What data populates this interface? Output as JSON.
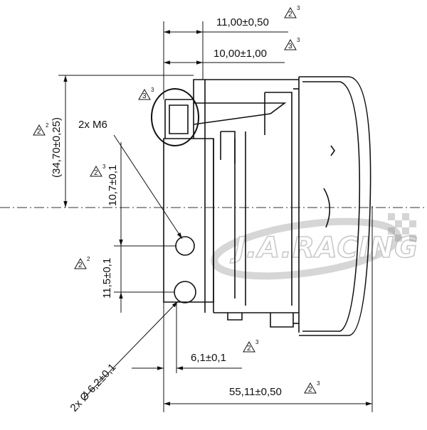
{
  "dimensions": {
    "top_width_outer": "11,00±0,50",
    "top_width_inner": "10,00±1,00",
    "height_left": "(34,70±0,25)",
    "thread_note": "2x M6",
    "spacing_upper": "10,7±0,1",
    "spacing_lower": "11,5±0,1",
    "hole_diameter": "2x Ø 6,2±0,1",
    "hole_offset": "6,1±0,1",
    "overall_width": "55,11±0,50"
  },
  "tolerance_marks": {
    "t1": "2",
    "t1_sup": "3",
    "t2": "3",
    "t2_sup": "3",
    "t3": "3",
    "t3_sup": "3",
    "t4": "2",
    "t4_sup": "2",
    "t5": "2",
    "t5_sup": "3",
    "t6": "2",
    "t6_sup": "2",
    "t7": "2",
    "t7_sup": "3",
    "t8": "2",
    "t8_sup": "3"
  },
  "watermark": "J.A.RACING",
  "colors": {
    "line": "#111111",
    "center_line": "#333333",
    "watermark": "#c9c9c9"
  }
}
